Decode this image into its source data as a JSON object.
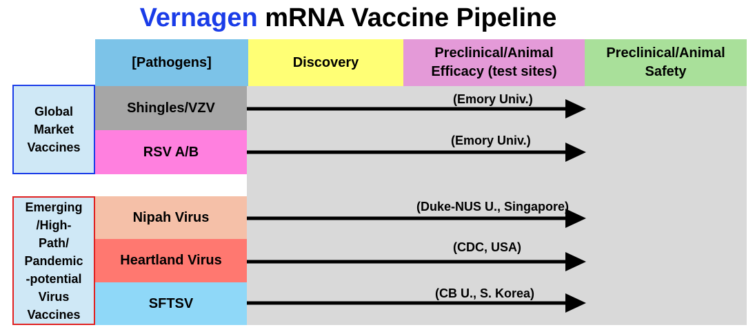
{
  "title": {
    "brand": "Vernagen",
    "rest": "mRNA Vaccine Pipeline"
  },
  "colors": {
    "brand": "#1a3ce8",
    "header_pathogens": "#7cc3e8",
    "header_discovery": "#ffff75",
    "header_efficacy": "#e49ad8",
    "header_safety": "#a9e09a",
    "chart_area": "#d9d9d9",
    "group_global_border": "#1a3ce8",
    "group_emerging_border": "#e02020"
  },
  "headers": {
    "pathogens": "[Pathogens]",
    "discovery": "Discovery",
    "efficacy_line1": "Preclinical/Animal",
    "efficacy_line2": "Efficacy (test sites)",
    "safety_line1": "Preclinical/Animal",
    "safety_line2": "Safety"
  },
  "groups": {
    "global": {
      "lines": [
        "Global",
        "Market",
        "Vaccines"
      ]
    },
    "emerging": {
      "lines": [
        "Emerging",
        "/High-",
        "Path/",
        "Pandemic",
        "-potential",
        "Virus",
        "Vaccines"
      ]
    }
  },
  "pathogens": [
    {
      "name": "Shingles/VZV",
      "color": "#a6a6a6",
      "site": "(Emory Univ.)",
      "stage": "Preclinical/Animal Efficacy"
    },
    {
      "name": "RSV A/B",
      "color": "#ff80df",
      "site": "(Emory Univ.)",
      "stage": "Preclinical/Animal Efficacy"
    },
    {
      "name": "Nipah Virus",
      "color": "#f5c0a8",
      "site": "(Duke-NUS U., Singapore)",
      "stage": "Preclinical/Animal Efficacy"
    },
    {
      "name": "Heartland Virus",
      "color": "#ff7870",
      "site": "(CDC, USA)",
      "stage": "Preclinical/Animal Efficacy"
    },
    {
      "name": "SFTSV",
      "color": "#8fd8f8",
      "site": "(CB U., S. Korea)",
      "stage": "Preclinical/Animal Efficacy"
    }
  ]
}
